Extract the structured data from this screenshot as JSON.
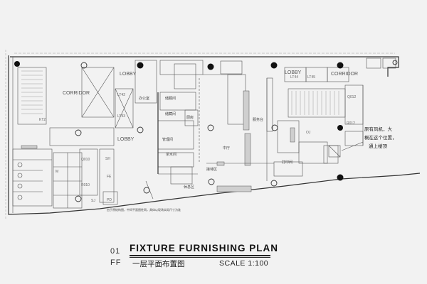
{
  "drawing": {
    "number": "01",
    "floor_code": "FF",
    "title": "FIXTURE FURNISHING PLAN",
    "title_cn": "一层平面布置图",
    "scale": "SCALE 1:100"
  },
  "room_labels": {
    "corridor_left": "CORRIDOR",
    "corridor_right": "CORRIDOR",
    "lobby_1": "LOBBY",
    "lobby_2": "LOBBY",
    "lobby_3": "LOBBY",
    "lift_1": "LT42",
    "lift_2": "LT43",
    "lift_3": "LT44",
    "lift_4": "LT45",
    "stair_1": "KT2",
    "room_q010": "Q010",
    "room_r010": "R010",
    "room_q012": "Q012",
    "room_r012": "R012",
    "room_sh": "SH",
    "room_m": "M",
    "room_sj": "SJ",
    "room_fe": "FE",
    "room_oj": "OJ",
    "room_pd": "PD"
  },
  "cn_labels": {
    "office": "办公室",
    "hall": "中厅",
    "lounge": "休息区",
    "store_a": "储藏间",
    "store_b": "储藏间",
    "kitchen": "厨房",
    "print": "打印间",
    "pantry": "茶水间",
    "mgmt": "管理间",
    "reception": "接待区",
    "counter": "服务台"
  },
  "annotation": {
    "line1": "原有风机，大",
    "line2": "概在这个位置，",
    "line3": "通上楼顶"
  },
  "footnote": "由于原结构图，中间平面图柱网，具体以现场实际尺寸为准"
}
